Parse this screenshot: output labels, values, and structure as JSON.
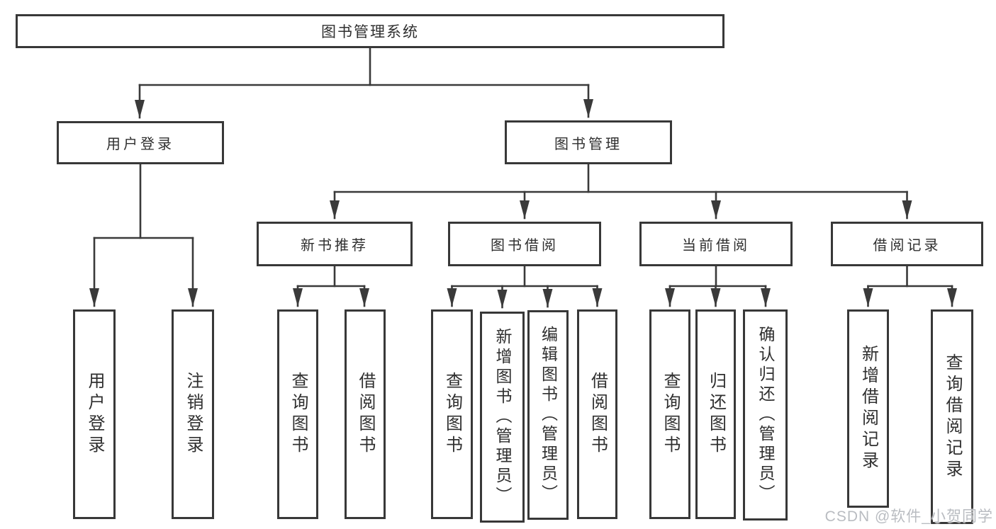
{
  "colors": {
    "line": "#3a3a3a",
    "border": "#383838",
    "text": "#2f2f2f",
    "watermark": "#b9bcc1",
    "background": "#ffffff"
  },
  "tree": {
    "root": "图书管理系统",
    "branches": [
      {
        "label": "用户登录",
        "children": [
          "用户登录",
          "注销登录"
        ]
      },
      {
        "label": "图书管理",
        "groups": [
          {
            "label": "新书推荐",
            "children": [
              "查询图书",
              "借阅图书"
            ]
          },
          {
            "label": "图书借阅",
            "children": [
              "查询图书",
              "新增图书（管理员）",
              "编辑图书（管理员）",
              "借阅图书"
            ]
          },
          {
            "label": "当前借阅",
            "children": [
              "查询图书",
              "归还图书",
              "确认归还（管理员）"
            ]
          },
          {
            "label": "借阅记录",
            "children": [
              "新增借阅记录",
              "查询借阅记录"
            ]
          }
        ]
      }
    ]
  },
  "watermark": {
    "text": "CSDN @软件_小贺同学"
  }
}
